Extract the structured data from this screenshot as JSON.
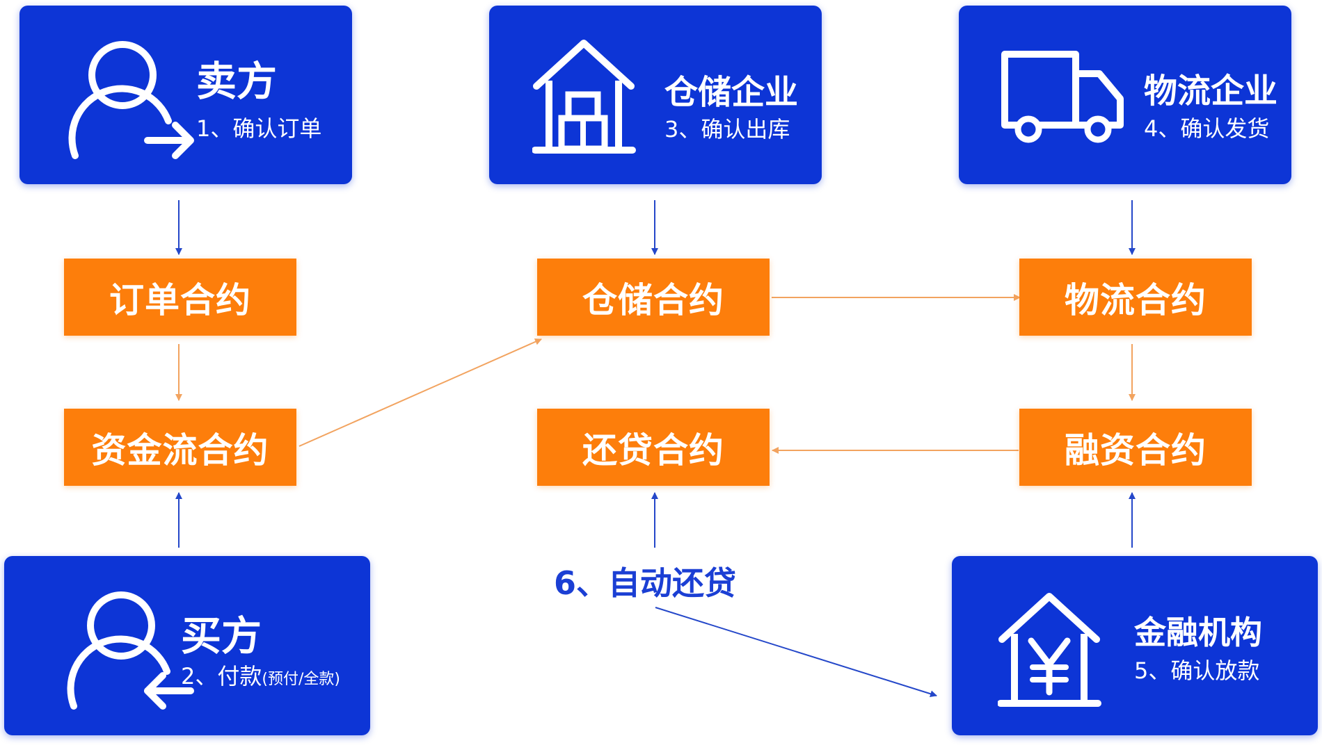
{
  "colors": {
    "party_box": "#0d35d6",
    "contract_box": "#fd7e0b",
    "orange_arrow": "#f2a35f",
    "blue_arrow": "#2447c9",
    "caption": "#1b3fd4"
  },
  "parties": {
    "seller": {
      "title": "卖方",
      "step": "1、确认订单",
      "icon": "user-outgoing-icon"
    },
    "warehouse": {
      "title": "仓储企业",
      "step": "3、确认出库",
      "icon": "warehouse-icon"
    },
    "logistics": {
      "title": "物流企业",
      "step": "4、确认发货",
      "icon": "truck-icon"
    },
    "buyer": {
      "title": "买方",
      "step": "2、付款",
      "step_note": "(预付/全款)",
      "icon": "user-incoming-icon"
    },
    "finance": {
      "title": "金融机构",
      "step": "5、确认放款",
      "icon": "bank-yen-icon"
    }
  },
  "contracts": {
    "order": "订单合约",
    "capital_flow": "资金流合约",
    "warehouse": "仓储合约",
    "repayment": "还贷合约",
    "logistics": "物流合约",
    "financing": "融资合约"
  },
  "caption": {
    "auto_repay": "6、自动还贷"
  }
}
